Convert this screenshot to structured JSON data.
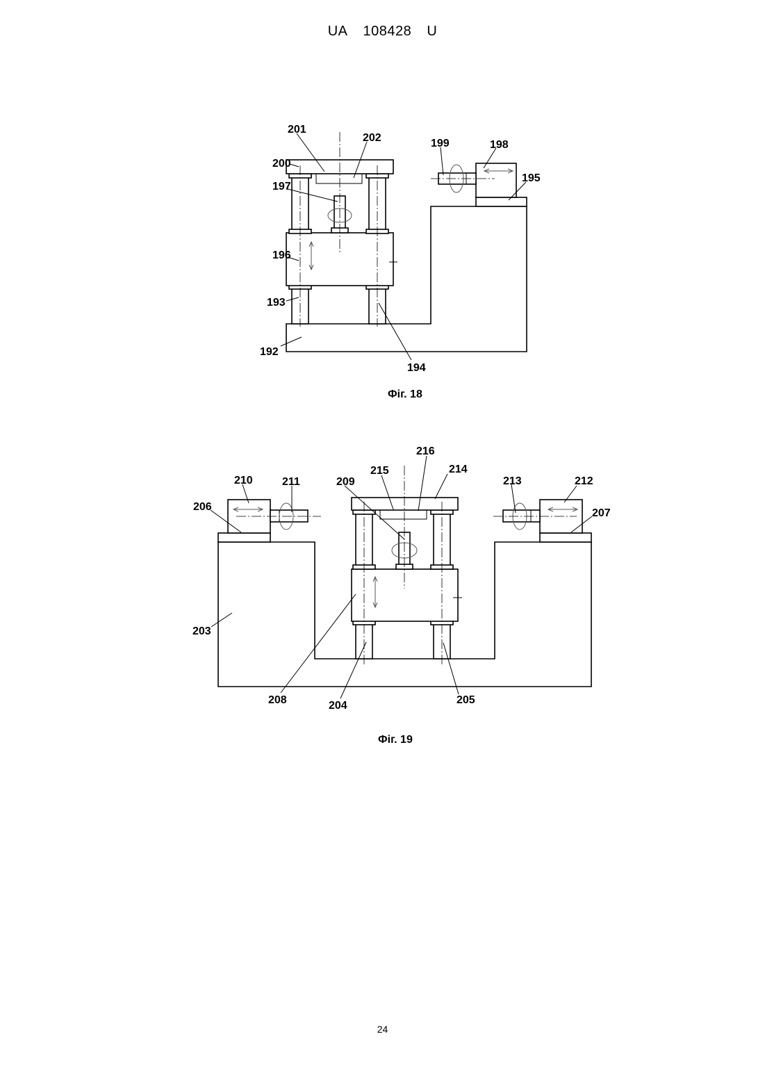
{
  "header": {
    "country": "UA",
    "number": "108428",
    "kind": "U"
  },
  "page_number": "24",
  "figures": [
    {
      "caption": "Фіг. 18",
      "labels": {
        "l192": "192",
        "l193": "193",
        "l194": "194",
        "l195": "195",
        "l196": "196",
        "l197": "197",
        "l198": "198",
        "l199": "199",
        "l200": "200",
        "l201": "201",
        "l202": "202"
      }
    },
    {
      "caption": "Фіг. 19",
      "labels": {
        "l203": "203",
        "l204": "204",
        "l205": "205",
        "l206": "206",
        "l207": "207",
        "l208": "208",
        "l209": "209",
        "l210": "210",
        "l211": "211",
        "l212": "212",
        "l213": "213",
        "l214": "214",
        "l215": "215",
        "l216": "216"
      }
    }
  ]
}
